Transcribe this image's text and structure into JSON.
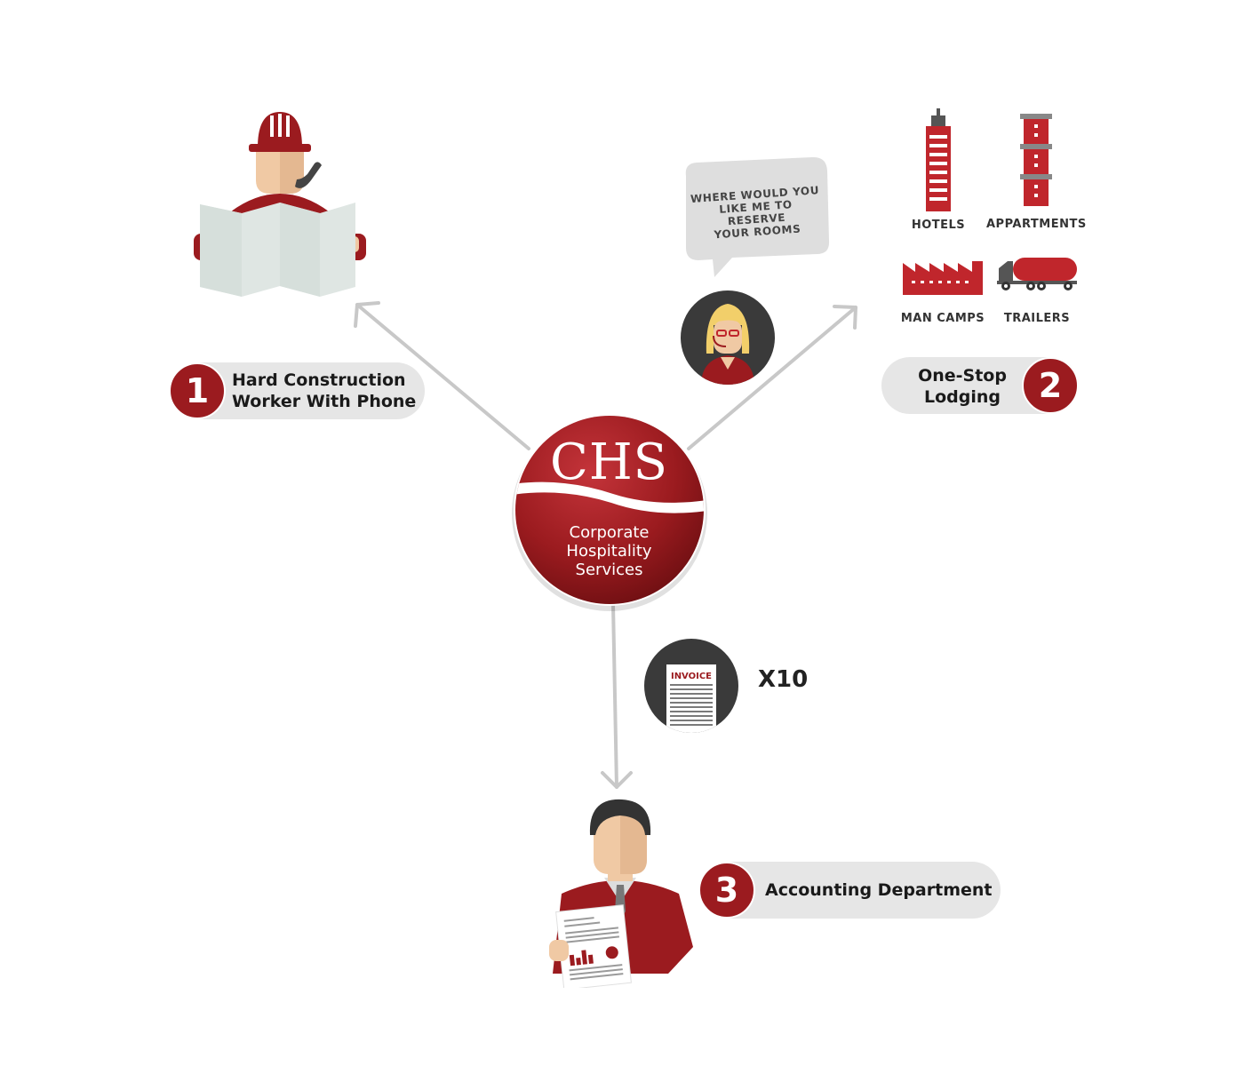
{
  "center_logo": {
    "abbr": "CHS",
    "line1": "Corporate",
    "line2": "Hospitality",
    "line3": "Services"
  },
  "steps": [
    {
      "number": "1",
      "line1": "Hard Construction",
      "line2": "Worker With Phone"
    },
    {
      "number": "2",
      "line1": "One-Stop",
      "line2": "Lodging"
    },
    {
      "number": "3",
      "line1": "Accounting Department"
    }
  ],
  "speech_bubble": {
    "line1": "WHERE WOULD YOU",
    "line2": "LIKE ME TO RESERVE",
    "line3": "YOUR ROOMS"
  },
  "lodging_types": [
    {
      "label": "HOTELS",
      "icon": "hotel-building-icon"
    },
    {
      "label": "APPARTMENTS",
      "icon": "apartment-building-icon"
    },
    {
      "label": "MAN CAMPS",
      "icon": "factory-camp-icon"
    },
    {
      "label": "TRAILERS",
      "icon": "tanker-truck-icon"
    }
  ],
  "invoice": {
    "doc_label": "INVOICE",
    "multiplier": "X10"
  },
  "colors": {
    "brand_red": "#9b1b1f",
    "pill_gray": "#e6e6e6",
    "arrow_gray": "#c8c8c8",
    "dark_circle": "#3a3a3a"
  }
}
